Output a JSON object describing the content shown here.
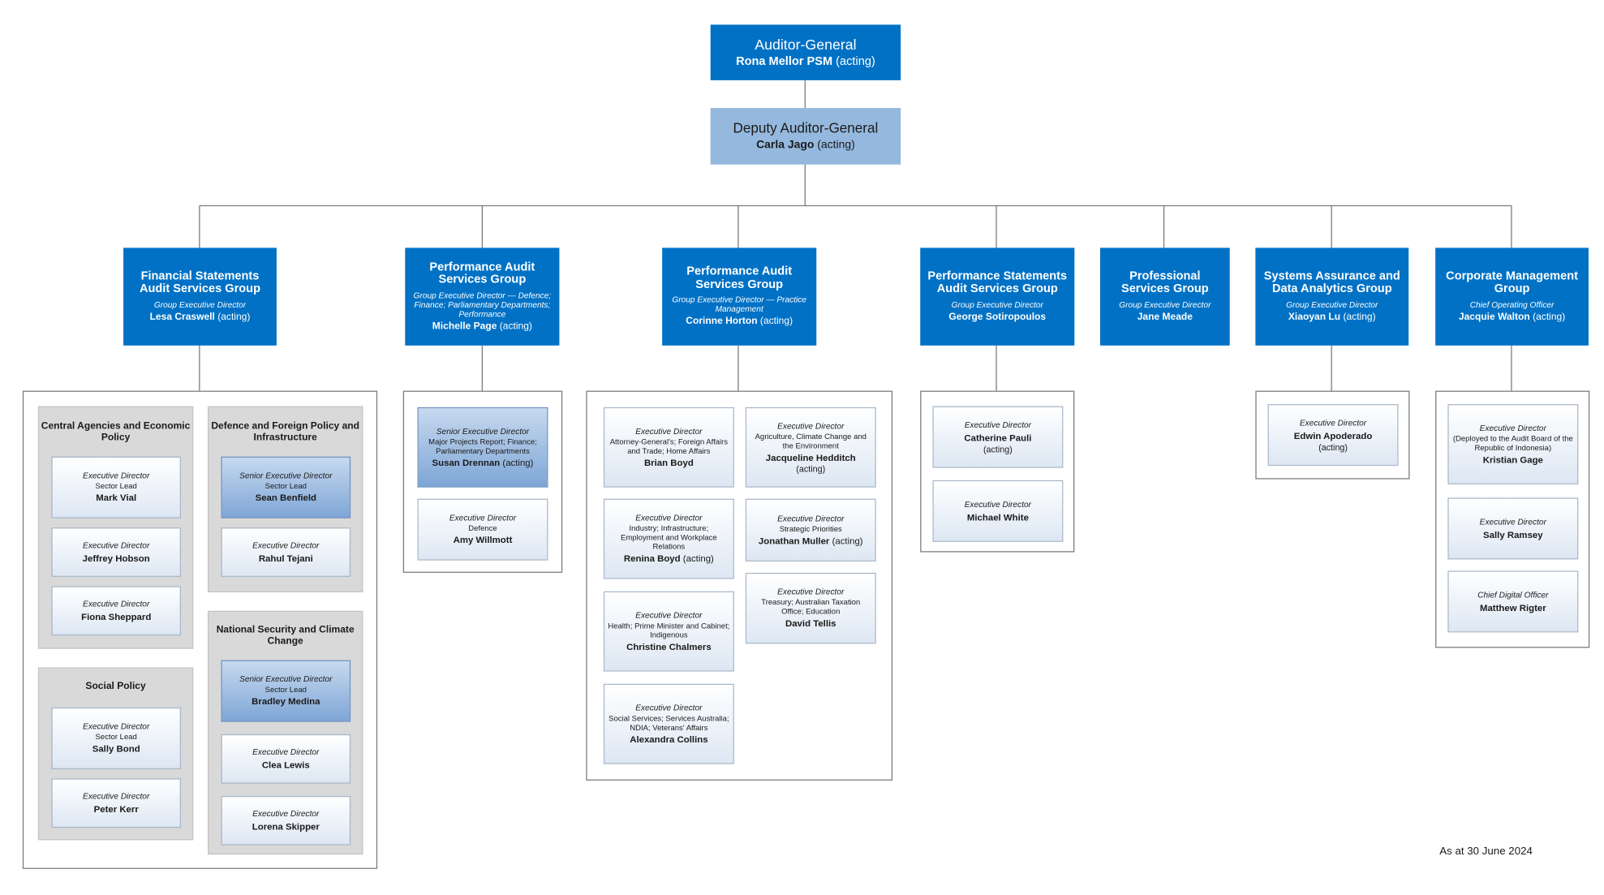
{
  "auditor_general": {
    "title": "Auditor-General",
    "name": "Rona Mellor PSM",
    "status": "(acting)"
  },
  "deputy": {
    "title": "Deputy Auditor-General",
    "name": "Carla Jago",
    "status": "(acting)"
  },
  "groups": [
    {
      "name": "Financial Statements Audit Services Group",
      "role": "Group Executive Director",
      "person": "Lesa Craswell",
      "status": "(acting)"
    },
    {
      "name": "Performance Audit Services Group",
      "role": "Group Executive Director — Defence; Finance; Parliamentary Departments; Performance",
      "person": "Michelle Page",
      "status": "(acting)"
    },
    {
      "name": "Performance Audit Services Group",
      "role": "Group Executive Director — Practice Management",
      "person": "Corinne Horton",
      "status": "(acting)"
    },
    {
      "name": "Performance Statements Audit Services Group",
      "role": "Group Executive Director",
      "person": "George Sotiropoulos",
      "status": ""
    },
    {
      "name": "Professional Services Group",
      "role": "Group Executive Director",
      "person": "Jane Meade",
      "status": ""
    },
    {
      "name": "Systems Assurance and Data Analytics Group",
      "role": "Group Executive Director",
      "person": "Xiaoyan Lu",
      "status": "(acting)"
    },
    {
      "name": "Corporate Management Group",
      "role": "Chief Operating Officer",
      "person": "Jacquie Walton",
      "status": "(acting)"
    }
  ],
  "fsas": {
    "central": {
      "title": "Central Agencies and Economic Policy",
      "cards": [
        {
          "role": "Executive Director",
          "portfolio": "Sector Lead",
          "name": "Mark Vial"
        },
        {
          "role": "Executive Director",
          "name": "Jeffrey Hobson"
        },
        {
          "role": "Executive Director",
          "name": "Fiona Sheppard"
        }
      ]
    },
    "social": {
      "title": "Social Policy",
      "cards": [
        {
          "role": "Executive Director",
          "portfolio": "Sector Lead",
          "name": "Sally Bond"
        },
        {
          "role": "Executive Director",
          "name": "Peter Kerr"
        }
      ]
    },
    "defence": {
      "title": "Defence and Foreign Policy and Infrastructure",
      "cards": [
        {
          "role": "Senior Executive Director",
          "portfolio": "Sector Lead",
          "name": "Sean Benfield"
        },
        {
          "role": "Executive Director",
          "name": "Rahul Tejani"
        }
      ]
    },
    "national": {
      "title": "National Security and Climate Change",
      "cards": [
        {
          "role": "Senior Executive Director",
          "portfolio": "Sector Lead",
          "name": "Bradley Medina"
        },
        {
          "role": "Executive Director",
          "name": "Clea Lewis"
        },
        {
          "role": "Executive Director",
          "name": "Lorena Skipper"
        }
      ]
    }
  },
  "pas1": [
    {
      "role": "Senior Executive Director",
      "portfolio": "Major Projects Report; Finance; Parliamentary Departments",
      "name": "Susan Drennan",
      "status": "(acting)"
    },
    {
      "role": "Executive Director",
      "portfolio": "Defence",
      "name": "Amy Willmott"
    }
  ],
  "pas2": [
    {
      "role": "Executive Director",
      "portfolio": "Attorney-General's; Foreign Affairs and Trade; Home Affairs",
      "name": "Brian Boyd"
    },
    {
      "role": "Executive Director",
      "portfolio": "Industry; Infrastructure; Employment and Workplace Relations",
      "name": "Renina Boyd",
      "status": "(acting)"
    },
    {
      "role": "Executive Director",
      "portfolio": "Health; Prime Minister and Cabinet; Indigenous",
      "name": "Christine Chalmers"
    },
    {
      "role": "Executive Director",
      "portfolio": "Social Services; Services Australia; NDIA; Veterans' Affairs",
      "name": "Alexandra Collins"
    },
    {
      "role": "Executive Director",
      "portfolio": "Agriculture, Climate Change and the Environment",
      "name": "Jacqueline Hedditch",
      "status": "(acting)"
    },
    {
      "role": "Executive Director",
      "portfolio": "Strategic Priorities",
      "name": "Jonathan Muller",
      "status": "(acting)"
    },
    {
      "role": "Executive Director",
      "portfolio": "Treasury; Australian Taxation Office; Education",
      "name": "David Tellis"
    }
  ],
  "psas": [
    {
      "role": "Executive Director",
      "name": "Catherine Pauli",
      "status": "(acting)"
    },
    {
      "role": "Executive Director",
      "name": "Michael White"
    }
  ],
  "sada": [
    {
      "role": "Executive Director",
      "name": "Edwin Apoderado",
      "status": "(acting)"
    }
  ],
  "cmg": [
    {
      "role": "Executive Director",
      "portfolio": "(Deployed to the Audit Board of the Republic of Indonesia)",
      "name": "Kristian Gage"
    },
    {
      "role": "Executive Director",
      "name": "Sally Ramsey"
    },
    {
      "role": "Chief Digital Officer",
      "name": "Matthew Rigter"
    }
  ],
  "as_at": "As at 30 June 2024"
}
